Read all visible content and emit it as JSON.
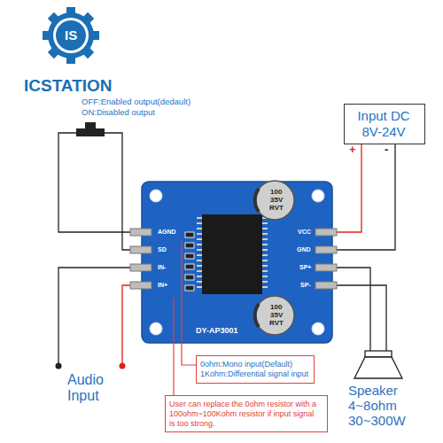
{
  "diagram": {
    "nodes": [
      {
        "text": [
          "Input DC 8V-24V"
        ]
      },
      {
        "text": [
          "0ohm:Mono input(Default)",
          "1Kohm:Differential signal input"
        ]
      },
      {
        "text": [
          "User can replace the 0ohm resistor with a 100ohm~100Kohm resistor if input signal is too strong."
        ]
      }
    ],
    "labels": [
      "IS",
      "ICSTATION",
      "OFF:Enabled output(dedault)",
      "ON:Disabled output",
      "+",
      "-",
      "AGND",
      "SD",
      "IN-",
      "IN+",
      "VCC",
      "GND",
      "SP+",
      "SP-",
      "100",
      "35V",
      "RVT",
      "100",
      "35V",
      "RVT",
      "DY-AP3001",
      "Audio Input",
      "Speaker",
      "4~8ohm",
      "30~300W"
    ]
  }
}
